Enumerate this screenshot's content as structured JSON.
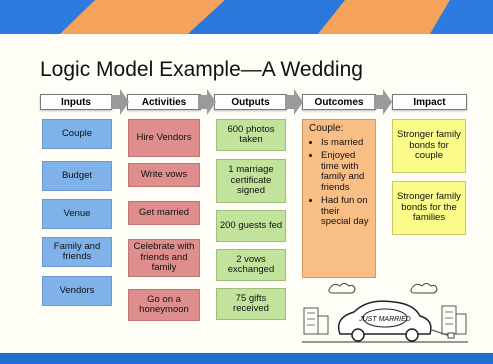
{
  "title": "Logic Model Example—A Wedding",
  "headers": [
    "Inputs",
    "Activities",
    "Outputs",
    "Outcomes",
    "Impact"
  ],
  "inputs": [
    "Couple",
    "Budget",
    "Venue",
    "Family and friends",
    "Vendors"
  ],
  "activities": [
    "Hire Vendors",
    "Write vows",
    "Get married",
    "Celebrate with friends and family",
    "Go on a honeymoon"
  ],
  "outputs": [
    "600 photos taken",
    "1 marriage certificate signed",
    "200 guests fed",
    "2 vows exchanged",
    "75 gifts received"
  ],
  "outcomes": {
    "heading": "Couple:",
    "items": [
      "Is married",
      "Enjoyed time with family and friends",
      "Had fun on their special day"
    ]
  },
  "impact": [
    "Stronger family bonds for couple",
    "Stronger family bonds for the families"
  ],
  "car_sign": "JUST MARRIED",
  "colors": {
    "inputs": "#7fb2e8",
    "activities": "#df8e8e",
    "outputs": "#c2e39b",
    "outcomes": "#f9be86",
    "impact": "#fbfb89",
    "banner_blue": "#1f6fd1",
    "banner_orange": "#f5a25a"
  }
}
